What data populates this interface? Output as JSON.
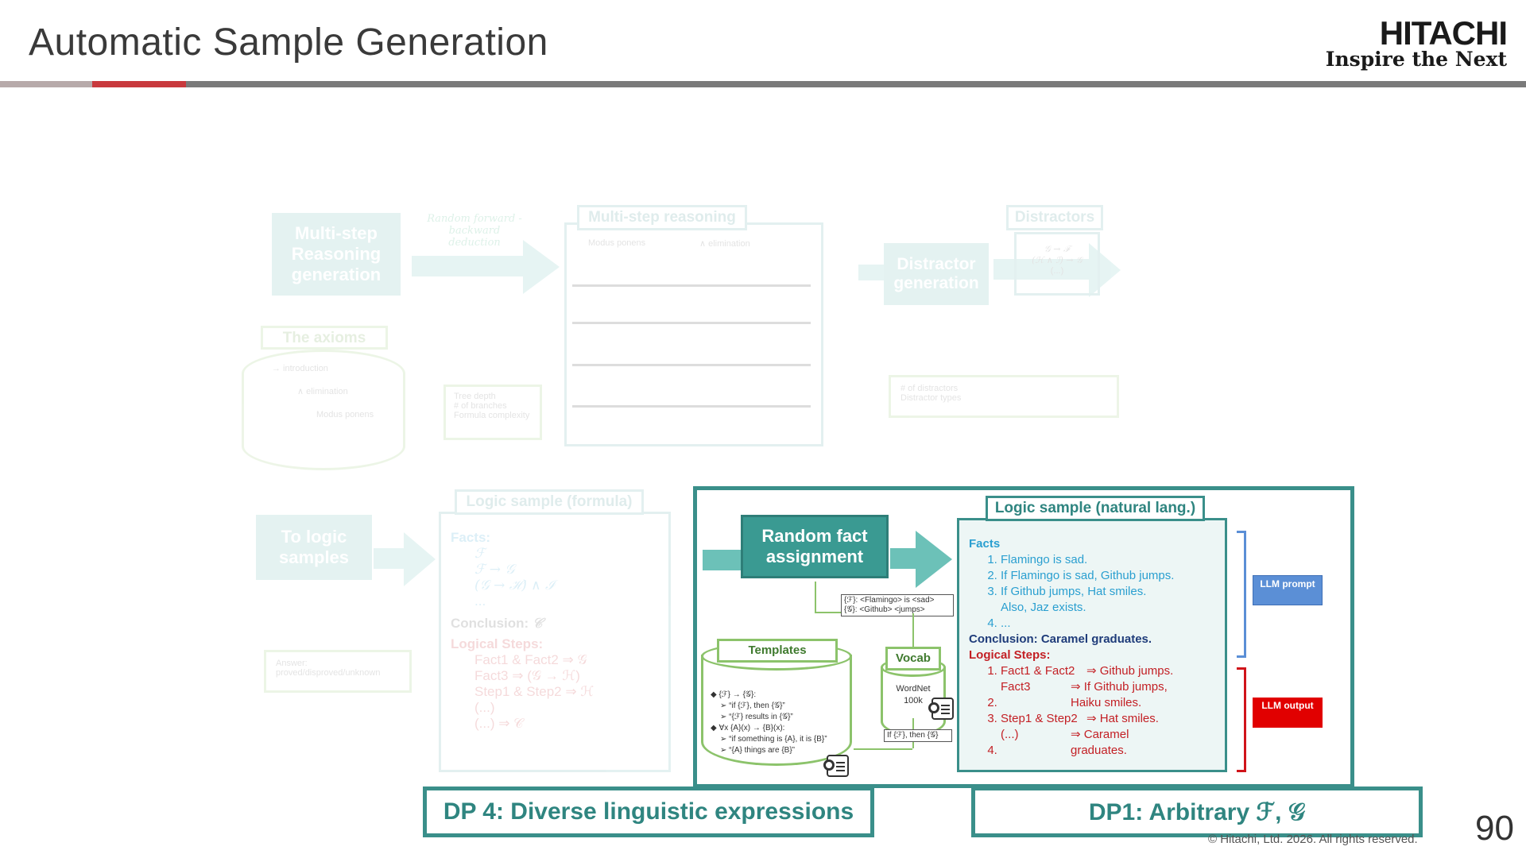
{
  "header": {
    "title": "Automatic Sample Generation",
    "logo_text": "HITACHI",
    "logo_tagline": "Inspire the Next"
  },
  "faded": {
    "multistep_gen": "Multi-step Reasoning generation",
    "random_deduction": "Random forward -backward deduction",
    "multistep_reasoning": "Multi-step reasoning",
    "modus_ponens": "Modus ponens",
    "and_elimination": "∧ elimination",
    "axioms": "The axioms",
    "ax_intro": "→ introduction",
    "ax_elim": "∧ elimination",
    "ax_mp": "Modus ponens",
    "tree_params": [
      "Tree depth",
      "# of branches",
      "Formula complexity"
    ],
    "distractor_gen": "Distractor generation",
    "distractors": "Distractors",
    "distractor_items": [
      "𝒢 → ℱ",
      "(ℋ ∧ ℐ) → 𝒢",
      "(...)"
    ],
    "distractor_params": [
      "# of distractors",
      "Distractor types"
    ],
    "to_logic": "To logic samples",
    "answer_param": "Answer: proved/disproved/unknown",
    "logic_formula_title": "Logic sample (formula)",
    "facts_label": "Facts:",
    "formula_facts": [
      "ℱ",
      "ℱ → 𝒢",
      "(𝒢 → ℋ) ∧ ℐ",
      "..."
    ],
    "conclusion_label": "Conclusion:",
    "conclusion_sym": "𝒞",
    "steps_label": "Logical Steps:",
    "formula_steps": [
      "Fact1 & Fact2 ⇒ 𝒢",
      "Fact3 ⇒ (𝒢 → ℋ)",
      "Step1 & Step2 ⇒ ℋ",
      "(...)",
      "(...) ⇒ 𝒞"
    ]
  },
  "main": {
    "random_fact": "Random fact assignment",
    "natural_title": "Logic sample (natural lang.)",
    "facts_label": "Facts",
    "facts": [
      "Flamingo is sad.",
      "If Flamingo is sad, Github jumps.",
      "If Github jumps, Hat smiles.",
      "..."
    ],
    "fact3_extra": "Also, Jaz exists.",
    "conclusion": "Conclusion: Caramel graduates.",
    "steps_label": "Logical Steps:",
    "steps": [
      {
        "lhs": "Fact1 & Fact2",
        "rhs": "⇒ Github jumps."
      },
      {
        "lhs": "Fact3",
        "rhs": "⇒ If Github jumps, Haiku smiles."
      },
      {
        "lhs": "Step1 & Step2",
        "rhs": "⇒ Hat smiles."
      },
      {
        "lhs": "(...)",
        "rhs": "⇒ Caramel graduates."
      }
    ],
    "assign_note_1": "{ℱ}: <Flamingo> is <sad>",
    "assign_note_2": "{𝒢}: <Github> <jumps>",
    "templates_label": "Templates",
    "template_lines": [
      "{ℱ} → {𝒢}:",
      "“if {ℱ}, then {𝒢}”",
      "“{ℱ} results in {𝒢}”",
      "∀x {A}(x) → {B}(x):",
      "“if something is {A}, it is {B}”",
      "“{A} things are {B}”"
    ],
    "vocab_label": "Vocab",
    "wordnet": "WordNet",
    "wordnet_size": "100k",
    "if_then_note": "If {ℱ}, then {𝒢}",
    "llm_prompt": "LLM prompt",
    "llm_output": "LLM output"
  },
  "dp4": "DP 4: Diverse linguistic expressions",
  "dp1": "DP1: Arbitrary ℱ, 𝒢",
  "footer": {
    "copyright": "© Hitachi, Ltd. 2026. All rights reserved.",
    "page_number": "90"
  },
  "colors": {
    "teal": "#3a9a92",
    "blue_text": "#2a9fd0",
    "red_text": "#c31f24",
    "navy_text": "#1f3c7a",
    "green_outline": "#8cc36b",
    "llm_prompt_bg": "#5b8fd6",
    "llm_output_bg": "#e10000"
  }
}
